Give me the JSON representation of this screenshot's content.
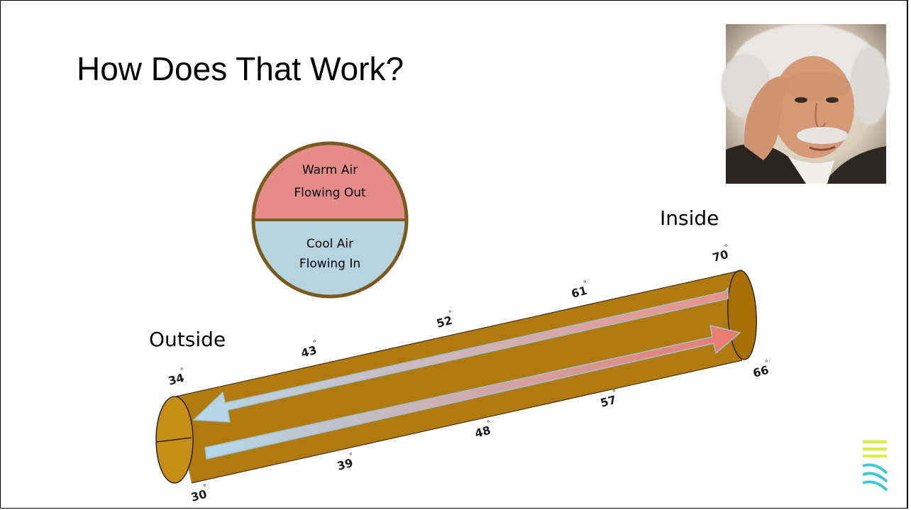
{
  "slide": {
    "title": "How Does That Work?"
  },
  "labels": {
    "inside": "Inside",
    "outside": "Outside"
  },
  "pipe_cross_section": {
    "top_half": {
      "line1": "Warm Air",
      "line2": "Flowing Out",
      "color": "#e68c88"
    },
    "bottom_half": {
      "line1": "Cool Air",
      "line2": "Flowing In",
      "color": "#b6d3de"
    },
    "rim_color": "#7a5a1e"
  },
  "pipe": {
    "color": "#b07a0c",
    "warm_color": "#e87a70",
    "cool_color": "#b0d2e2"
  },
  "temperatures": {
    "top_row": [
      "34",
      "43",
      "52",
      "61",
      "70"
    ],
    "bottom_row": [
      "30",
      "39",
      "48",
      "57",
      "66"
    ],
    "degree_symbol": "°"
  },
  "photo": {
    "subject": "portrait-photo"
  },
  "logo": {
    "name": "wave-lines-logo",
    "colors": [
      "#d9ef3c",
      "#3cc8d6"
    ]
  }
}
